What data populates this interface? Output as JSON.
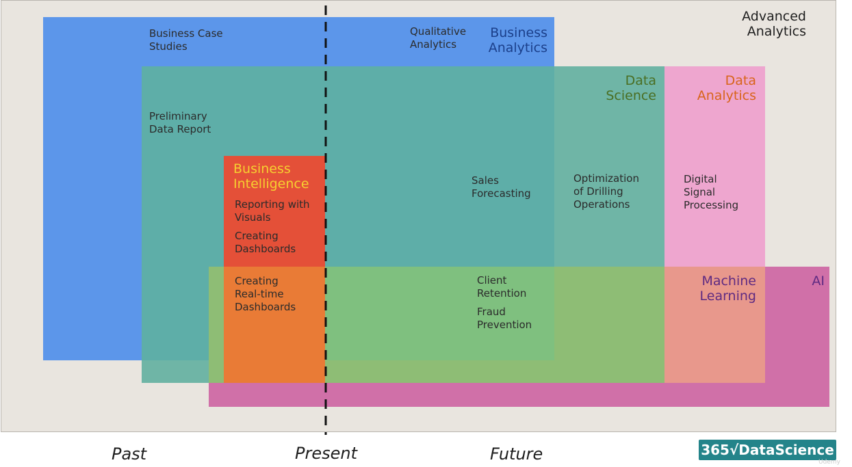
{
  "colors": {
    "background": "#e9e5df",
    "business_analytics": "#5c96ea",
    "data_science": "#4ea8a0",
    "data_analytics": "#eea6cf",
    "business_intelligence": "#e45038",
    "ai": "#d070a8",
    "machine_learning": "#e8988c",
    "green_overlap": "#86bf76",
    "orange_overlap": "#e97b36"
  },
  "regions": {
    "advanced_analytics": {
      "title": "Advanced\nAnalytics"
    },
    "business_analytics": {
      "title": "Business\nAnalytics"
    },
    "data_science": {
      "title": "Data\nScience"
    },
    "data_analytics": {
      "title": "Data\nAnalytics"
    },
    "business_intelligence": {
      "title": "Business\nIntelligence"
    },
    "machine_learning": {
      "title": "Machine\nLearning"
    },
    "ai": {
      "title": "AI"
    }
  },
  "items": {
    "business_case_studies": "Business Case\nStudies",
    "qualitative_analytics": "Qualitative\nAnalytics",
    "preliminary_data_report": "Preliminary\nData Report",
    "reporting_with_visuals": "Reporting with\nVisuals",
    "creating_dashboards": "Creating\nDashboards",
    "creating_realtime_dashboards": "Creating\nReal-time\nDashboards",
    "sales_forecasting": "Sales\nForecasting",
    "optimization_drilling": "Optimization\nof Drilling\nOperations",
    "digital_signal_processing": "Digital\nSignal\nProcessing",
    "client_retention": "Client\nRetention",
    "fraud_prevention": "Fraud\nPrevention"
  },
  "timeline": {
    "past": "Past",
    "present": "Present",
    "future": "Future"
  },
  "logo": {
    "text": "365√DataScience"
  },
  "watermark": "Udemy"
}
